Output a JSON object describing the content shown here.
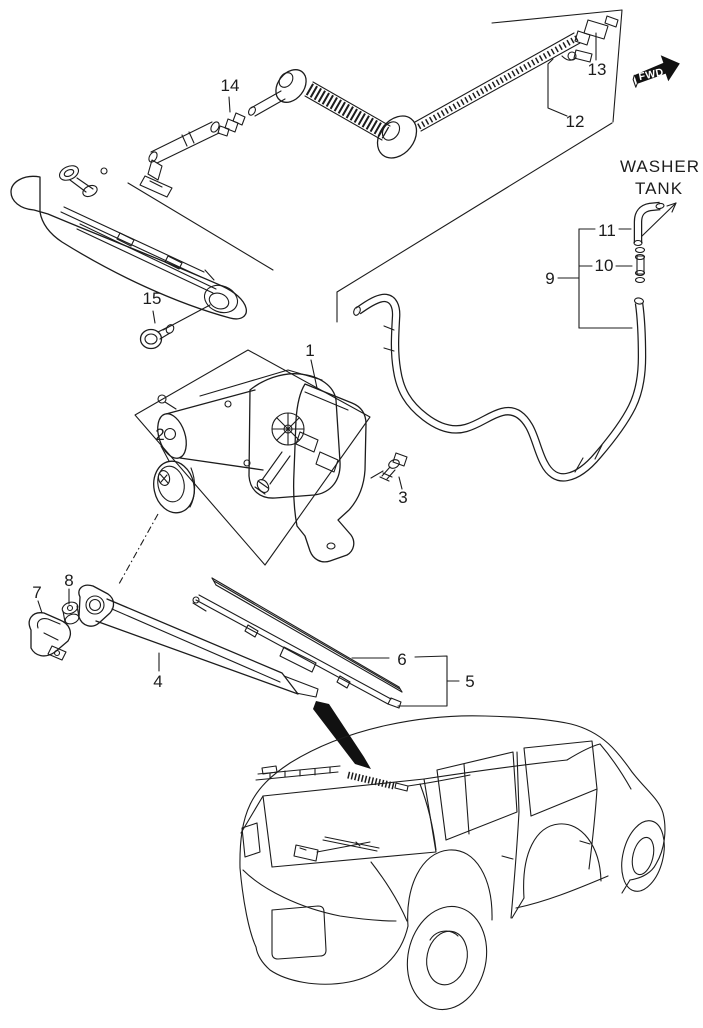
{
  "diagram": {
    "background": "#ffffff",
    "line_color": "#1c1c1c"
  },
  "texts": {
    "washer_tank_line1": "WASHER",
    "washer_tank_line2": "TANK",
    "fwd": "FWD"
  },
  "callouts": {
    "c1": "1",
    "c2": "2",
    "c3": "3",
    "c4": "4",
    "c5": "5",
    "c6": "6",
    "c7": "7",
    "c8": "8",
    "c9": "9",
    "c10": "10",
    "c11": "11",
    "c12": "12",
    "c13": "13",
    "c14": "14",
    "c15": "15"
  }
}
